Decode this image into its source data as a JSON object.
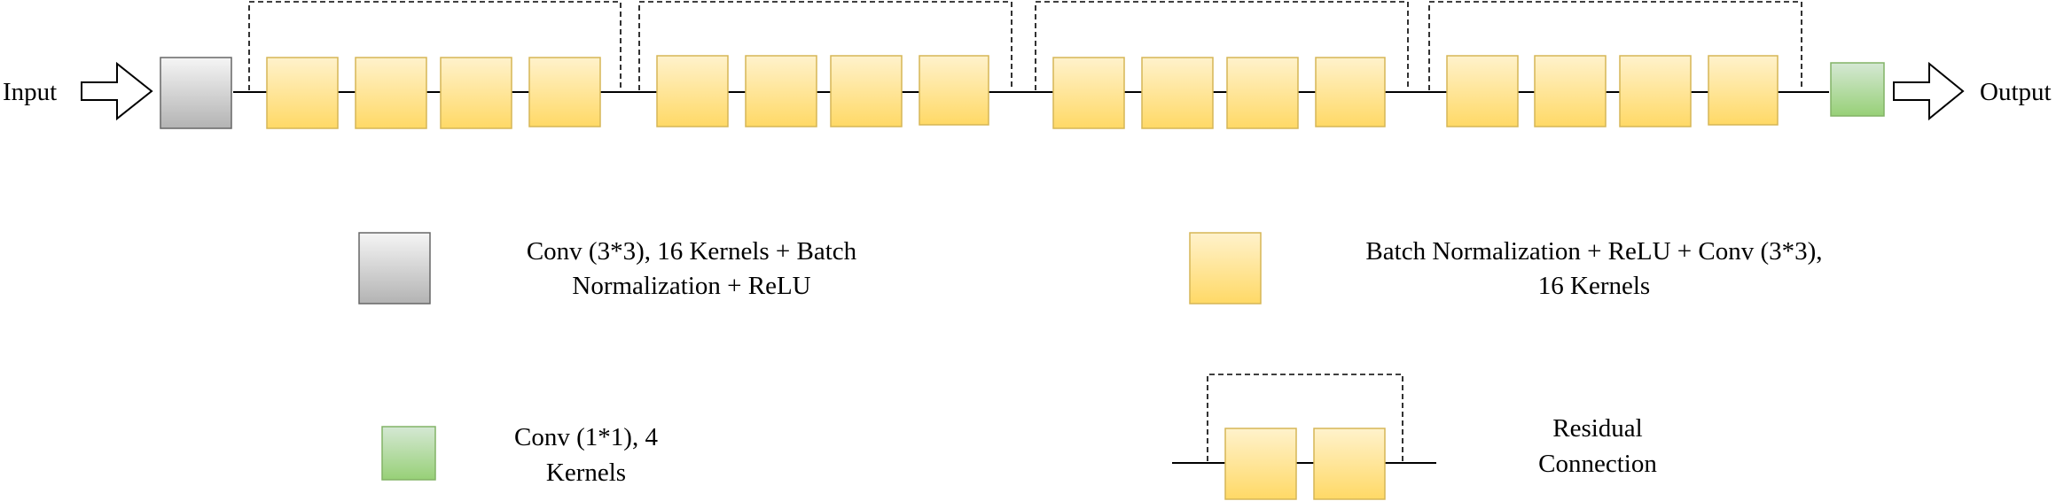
{
  "io": {
    "input_label": "Input",
    "output_label": "Output"
  },
  "legend": {
    "conv3x3": {
      "line1": "Conv (3*3), 16 Kernels + Batch",
      "line2": "Normalization + ReLU"
    },
    "bn_relu_conv": {
      "line1": "Batch Normalization + ReLU + Conv (3*3),",
      "line2": "16 Kernels"
    },
    "conv1x1": {
      "line1": "Conv (1*1), 4",
      "line2": "Kernels"
    },
    "residual": {
      "line1": "Residual",
      "line2": "Connection"
    }
  },
  "pipeline": {
    "residual_blocks": 4,
    "layers_per_block": 4
  },
  "colors": {
    "conv3x3_fill_top": "#f5f5f5",
    "conv3x3_fill_bottom": "#b3b3b3",
    "conv3x3_stroke": "#666666",
    "bn_fill_top": "#fff2cc",
    "bn_fill_bottom": "#ffd966",
    "bn_stroke": "#d6b656",
    "conv1x1_fill_top": "#d5e8d4",
    "conv1x1_fill_bottom": "#97d077",
    "conv1x1_stroke": "#82b366",
    "line": "#000000"
  }
}
